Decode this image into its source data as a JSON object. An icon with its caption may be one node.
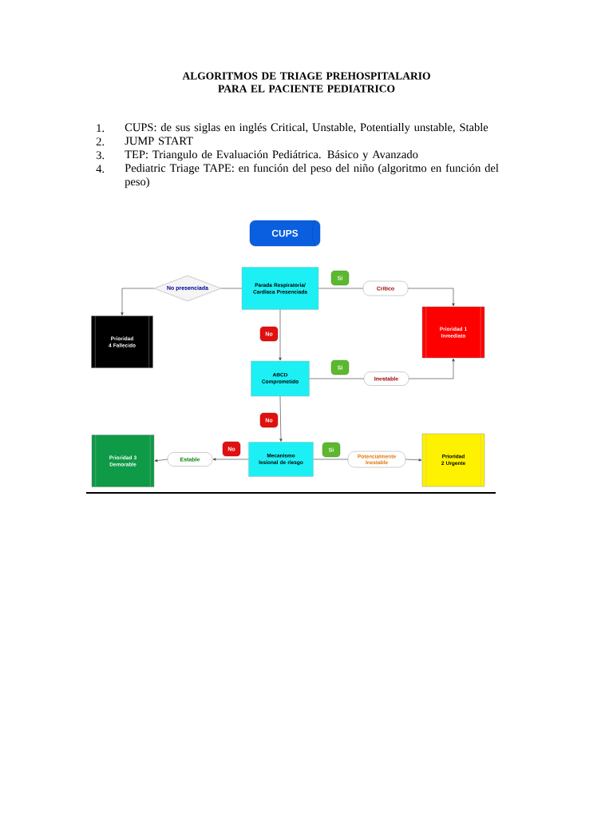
{
  "diagram": {
    "title": "ALGORITMOS DE TRIAGE PREHOSPITALARIO PARA EL PACIENTE PEDIATRICO",
    "nodes": [
      {
        "text": [
          "CUPS"
        ]
      },
      {
        "text": [
          "Si"
        ]
      },
      {
        "text": [
          "No presenciada"
        ]
      },
      {
        "text": [
          "Parada Respiratoria/ Cardiaca Presenciada"
        ]
      },
      {
        "text": [
          "Crítico"
        ]
      },
      {
        "text": [
          "Prioridad 4 Fallecido"
        ]
      },
      {
        "text": [
          "Prioridad 1 Inmediato"
        ]
      },
      {
        "text": [
          "No"
        ]
      },
      {
        "text": [
          "Si"
        ]
      },
      {
        "text": [
          "ABCD Comprometido"
        ]
      },
      {
        "text": [
          "Inestable"
        ]
      },
      {
        "text": [
          "No"
        ]
      },
      {
        "text": [
          "Prioridad 3 Demorable"
        ]
      },
      {
        "text": [
          "No"
        ]
      },
      {
        "text": [
          "Estable"
        ]
      },
      {
        "text": [
          "Mecanismo lesional de riesgo"
        ]
      },
      {
        "text": [
          "Si"
        ]
      },
      {
        "text": [
          "Potencialmente Inestable"
        ]
      },
      {
        "text": [
          "Prioridad 2 Urgente"
        ]
      }
    ],
    "edges": [
      {
        "from": 3,
        "to": 2,
        "arrow": "none"
      },
      {
        "from": 2,
        "to": 5,
        "arrow": "to"
      },
      {
        "from": 3,
        "to": 4,
        "arrow": "none"
      },
      {
        "from": 4,
        "to": 6,
        "arrow": "to"
      },
      {
        "from": 3,
        "to": 9,
        "arrow": "to"
      },
      {
        "from": 9,
        "to": 10,
        "arrow": "none"
      },
      {
        "from": 10,
        "to": 6,
        "arrow": "to"
      },
      {
        "from": 9,
        "to": 15,
        "arrow": "to"
      },
      {
        "from": 15,
        "to": 14,
        "arrow": "to"
      },
      {
        "from": 14,
        "to": 12,
        "arrow": "to"
      },
      {
        "from": 15,
        "to": 17,
        "arrow": "none"
      },
      {
        "from": 17,
        "to": 18,
        "arrow": "to"
      }
    ],
    "labels": [
      "1.",
      "CUPS: de sus siglas en inglés Critical, Unstable, Potentially unstable, Stable",
      "2.",
      "JUMP START",
      "3.",
      "TEP: Triangulo de Evaluación Pediátrica. Básico y Avanzado",
      "4.",
      "Pediatric Triage TAPE: en función del peso del niño (algoritmo en función del peso)"
    ]
  }
}
